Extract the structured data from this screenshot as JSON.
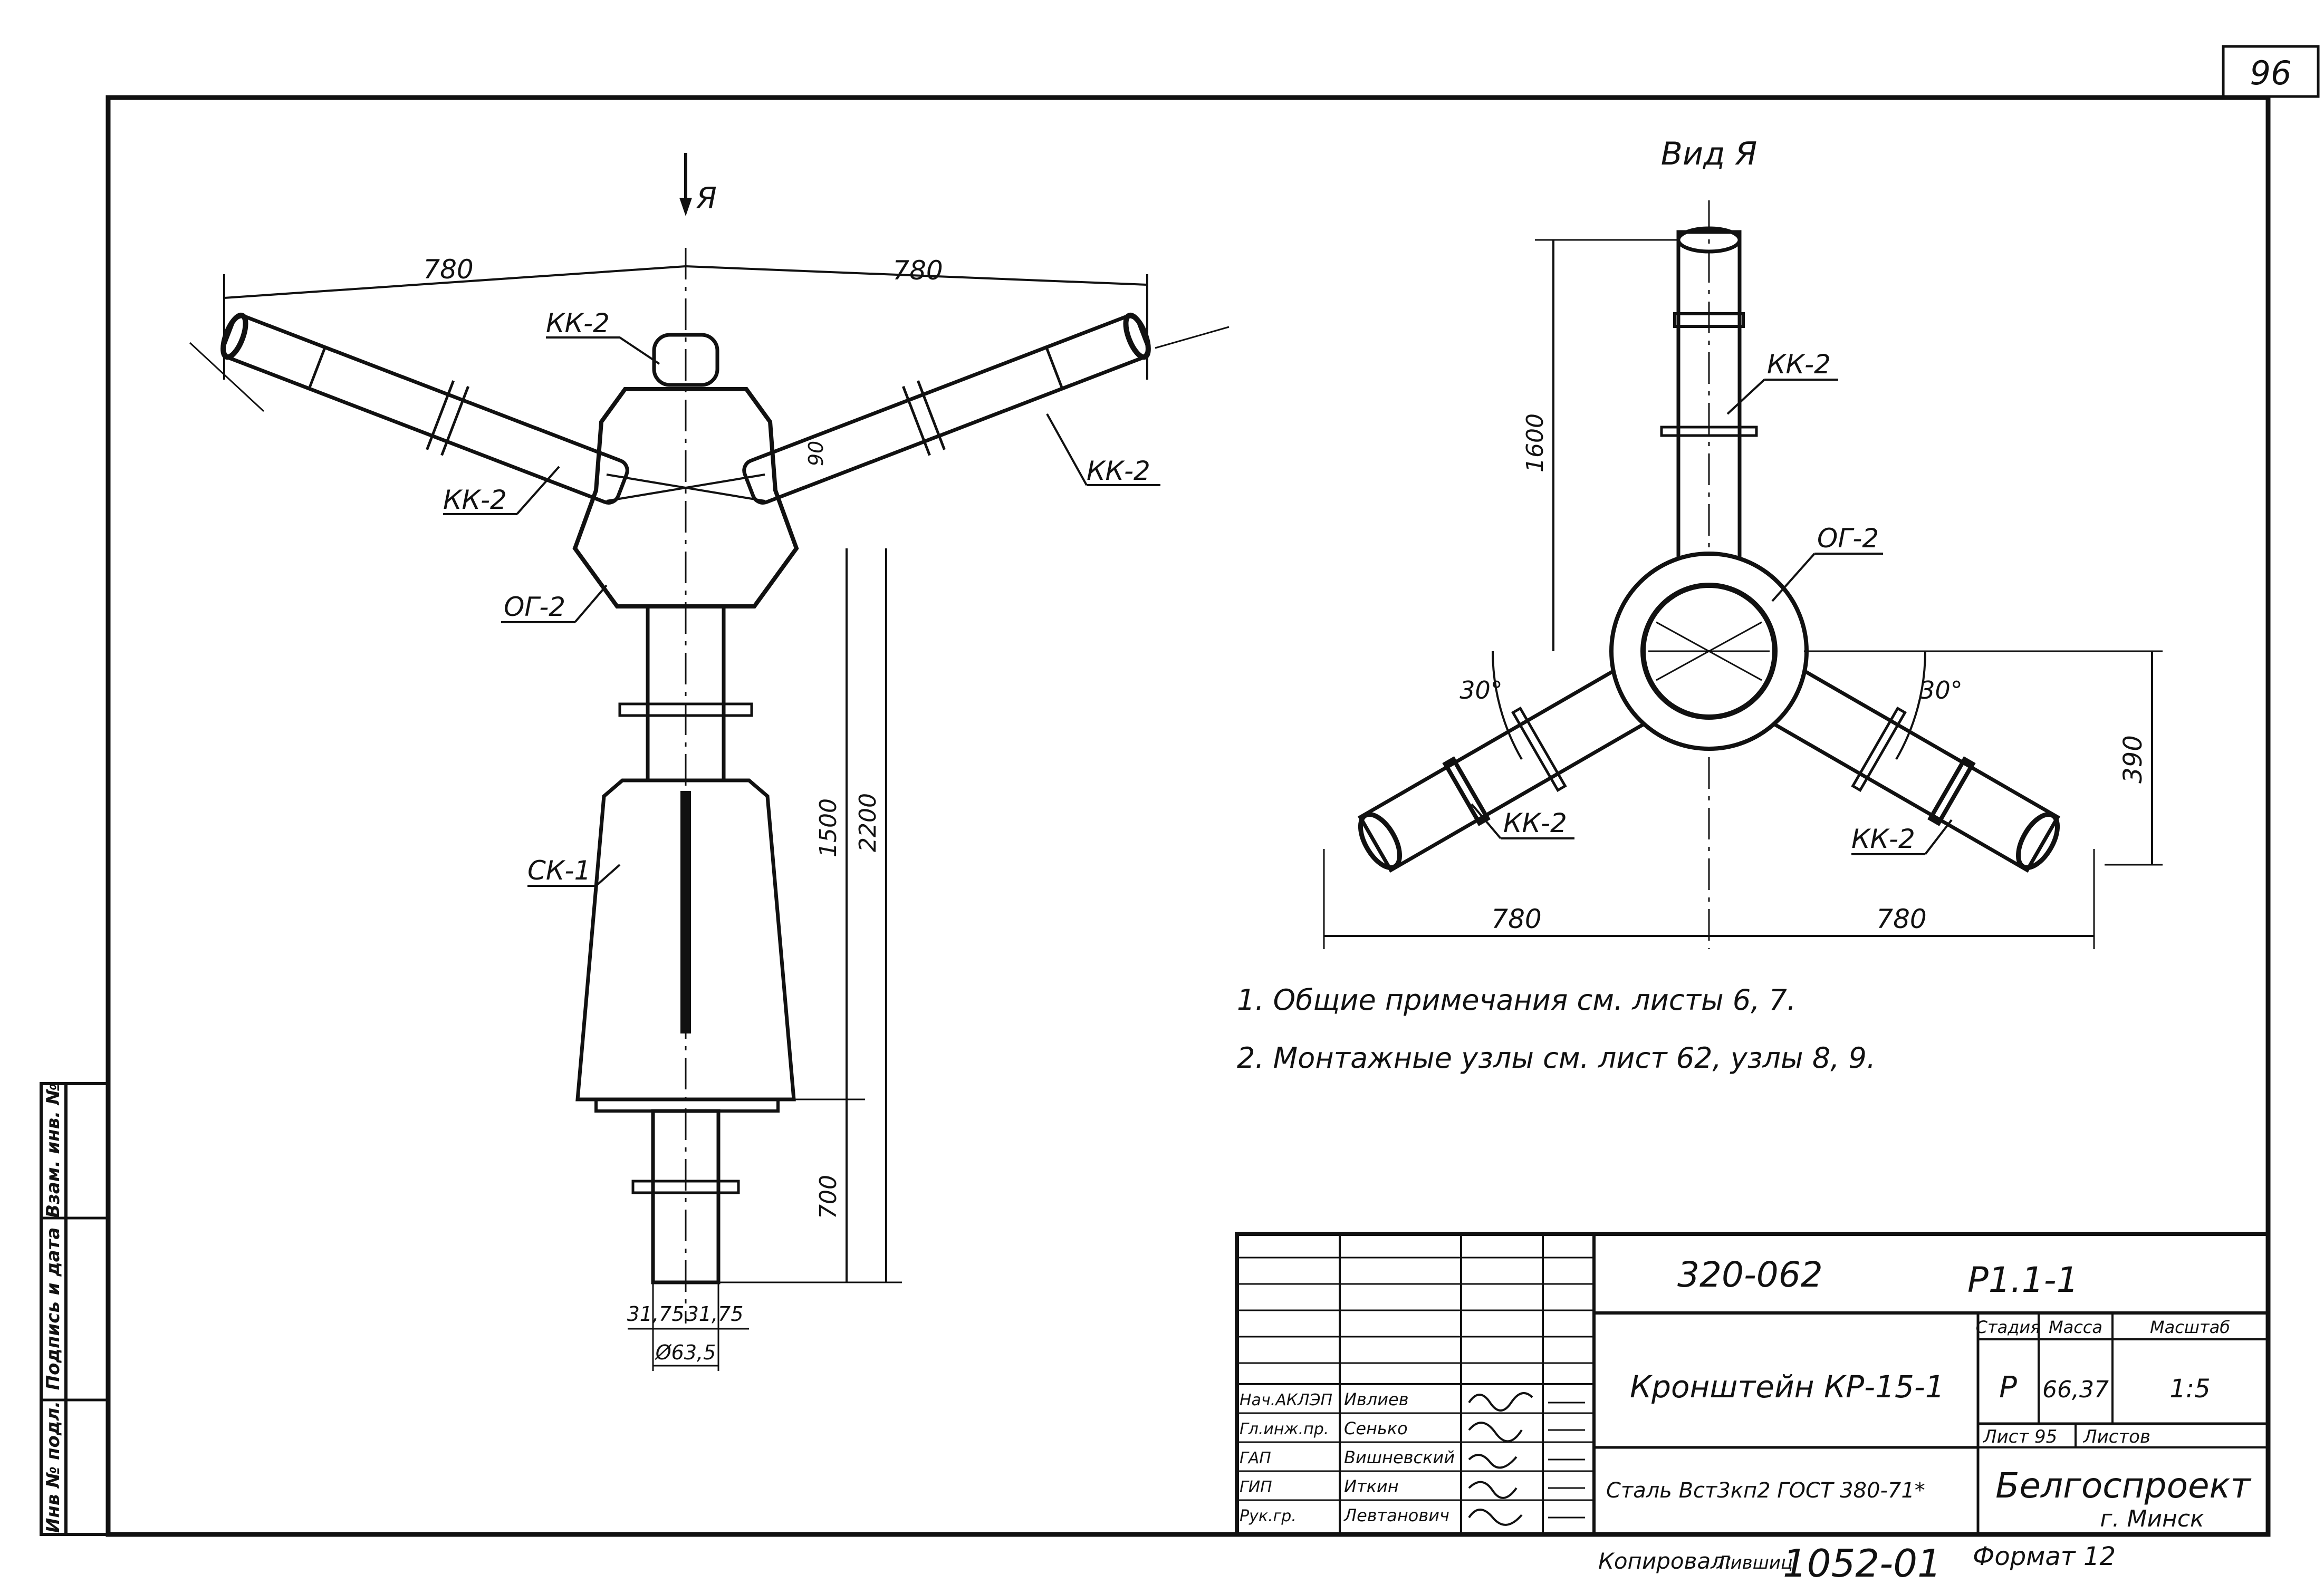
{
  "sheet": {
    "page_number": "96",
    "colors": {
      "ink": "#111111",
      "paper": "#ffffff"
    }
  },
  "side_stamp": {
    "inv_no": "Инв № подл.",
    "signature_date": "Подпись и дата",
    "replace_inv": "Взам. инв. №"
  },
  "front_view": {
    "arrow_label": "Я",
    "dim_left": "780",
    "dim_right": "780",
    "label_kk2_top": "КК-2",
    "label_kk2_left": "КК-2",
    "label_kk2_right": "КК-2",
    "label_og2": "ОГ-2",
    "label_sk1": "СК-1",
    "dim_angle": "90",
    "dim_1500": "1500",
    "dim_2200": "2200",
    "dim_700": "700",
    "dim_bottom_left": "31,75",
    "dim_bottom_right": "31,75",
    "dim_diameter": "Ø63,5"
  },
  "view_a": {
    "title": "Вид Я",
    "dim_1600": "1600",
    "label_kk2_top": "КК-2",
    "label_og2": "ОГ-2",
    "angle_left": "30°",
    "angle_right": "30°",
    "label_kk2_left": "КК-2",
    "label_kk2_right": "КК-2",
    "dim_390": "390",
    "dim_left": "780",
    "dim_right": "780"
  },
  "notes": [
    "1. Общие примечания см. листы 6, 7.",
    "2. Монтажные узлы см. лист 62, узлы 8, 9."
  ],
  "title_block": {
    "doc_code": "320-062",
    "sheet_code": "Р1.1-1",
    "title": "Кронштейн КР-15-1",
    "material": "Сталь Вст3кп2 ГОСТ 380-71*",
    "stage_label": "Стадия",
    "mass_label": "Масса",
    "scale_label": "Масштаб",
    "stage": "Р",
    "mass": "66,37",
    "scale": "1:5",
    "sheet_label": "Лист 95",
    "sheets_label": "Листов",
    "organization": "Белгоспроект",
    "city": "г. Минск",
    "signers": [
      {
        "role": "Нач.АКЛЭП",
        "name": "Ивлиев"
      },
      {
        "role": "Гл.инж.пр.",
        "name": "Сенько"
      },
      {
        "role": "ГАП",
        "name": "Вишневский"
      },
      {
        "role": "ГИП",
        "name": "Иткин"
      },
      {
        "role": "Рук.гр.",
        "name": "Левтанович"
      }
    ]
  },
  "footer": {
    "copied_by": "Копировал:",
    "copier_name": "Лившиц",
    "archive_no": "1052-01",
    "format": "Формат 12"
  }
}
